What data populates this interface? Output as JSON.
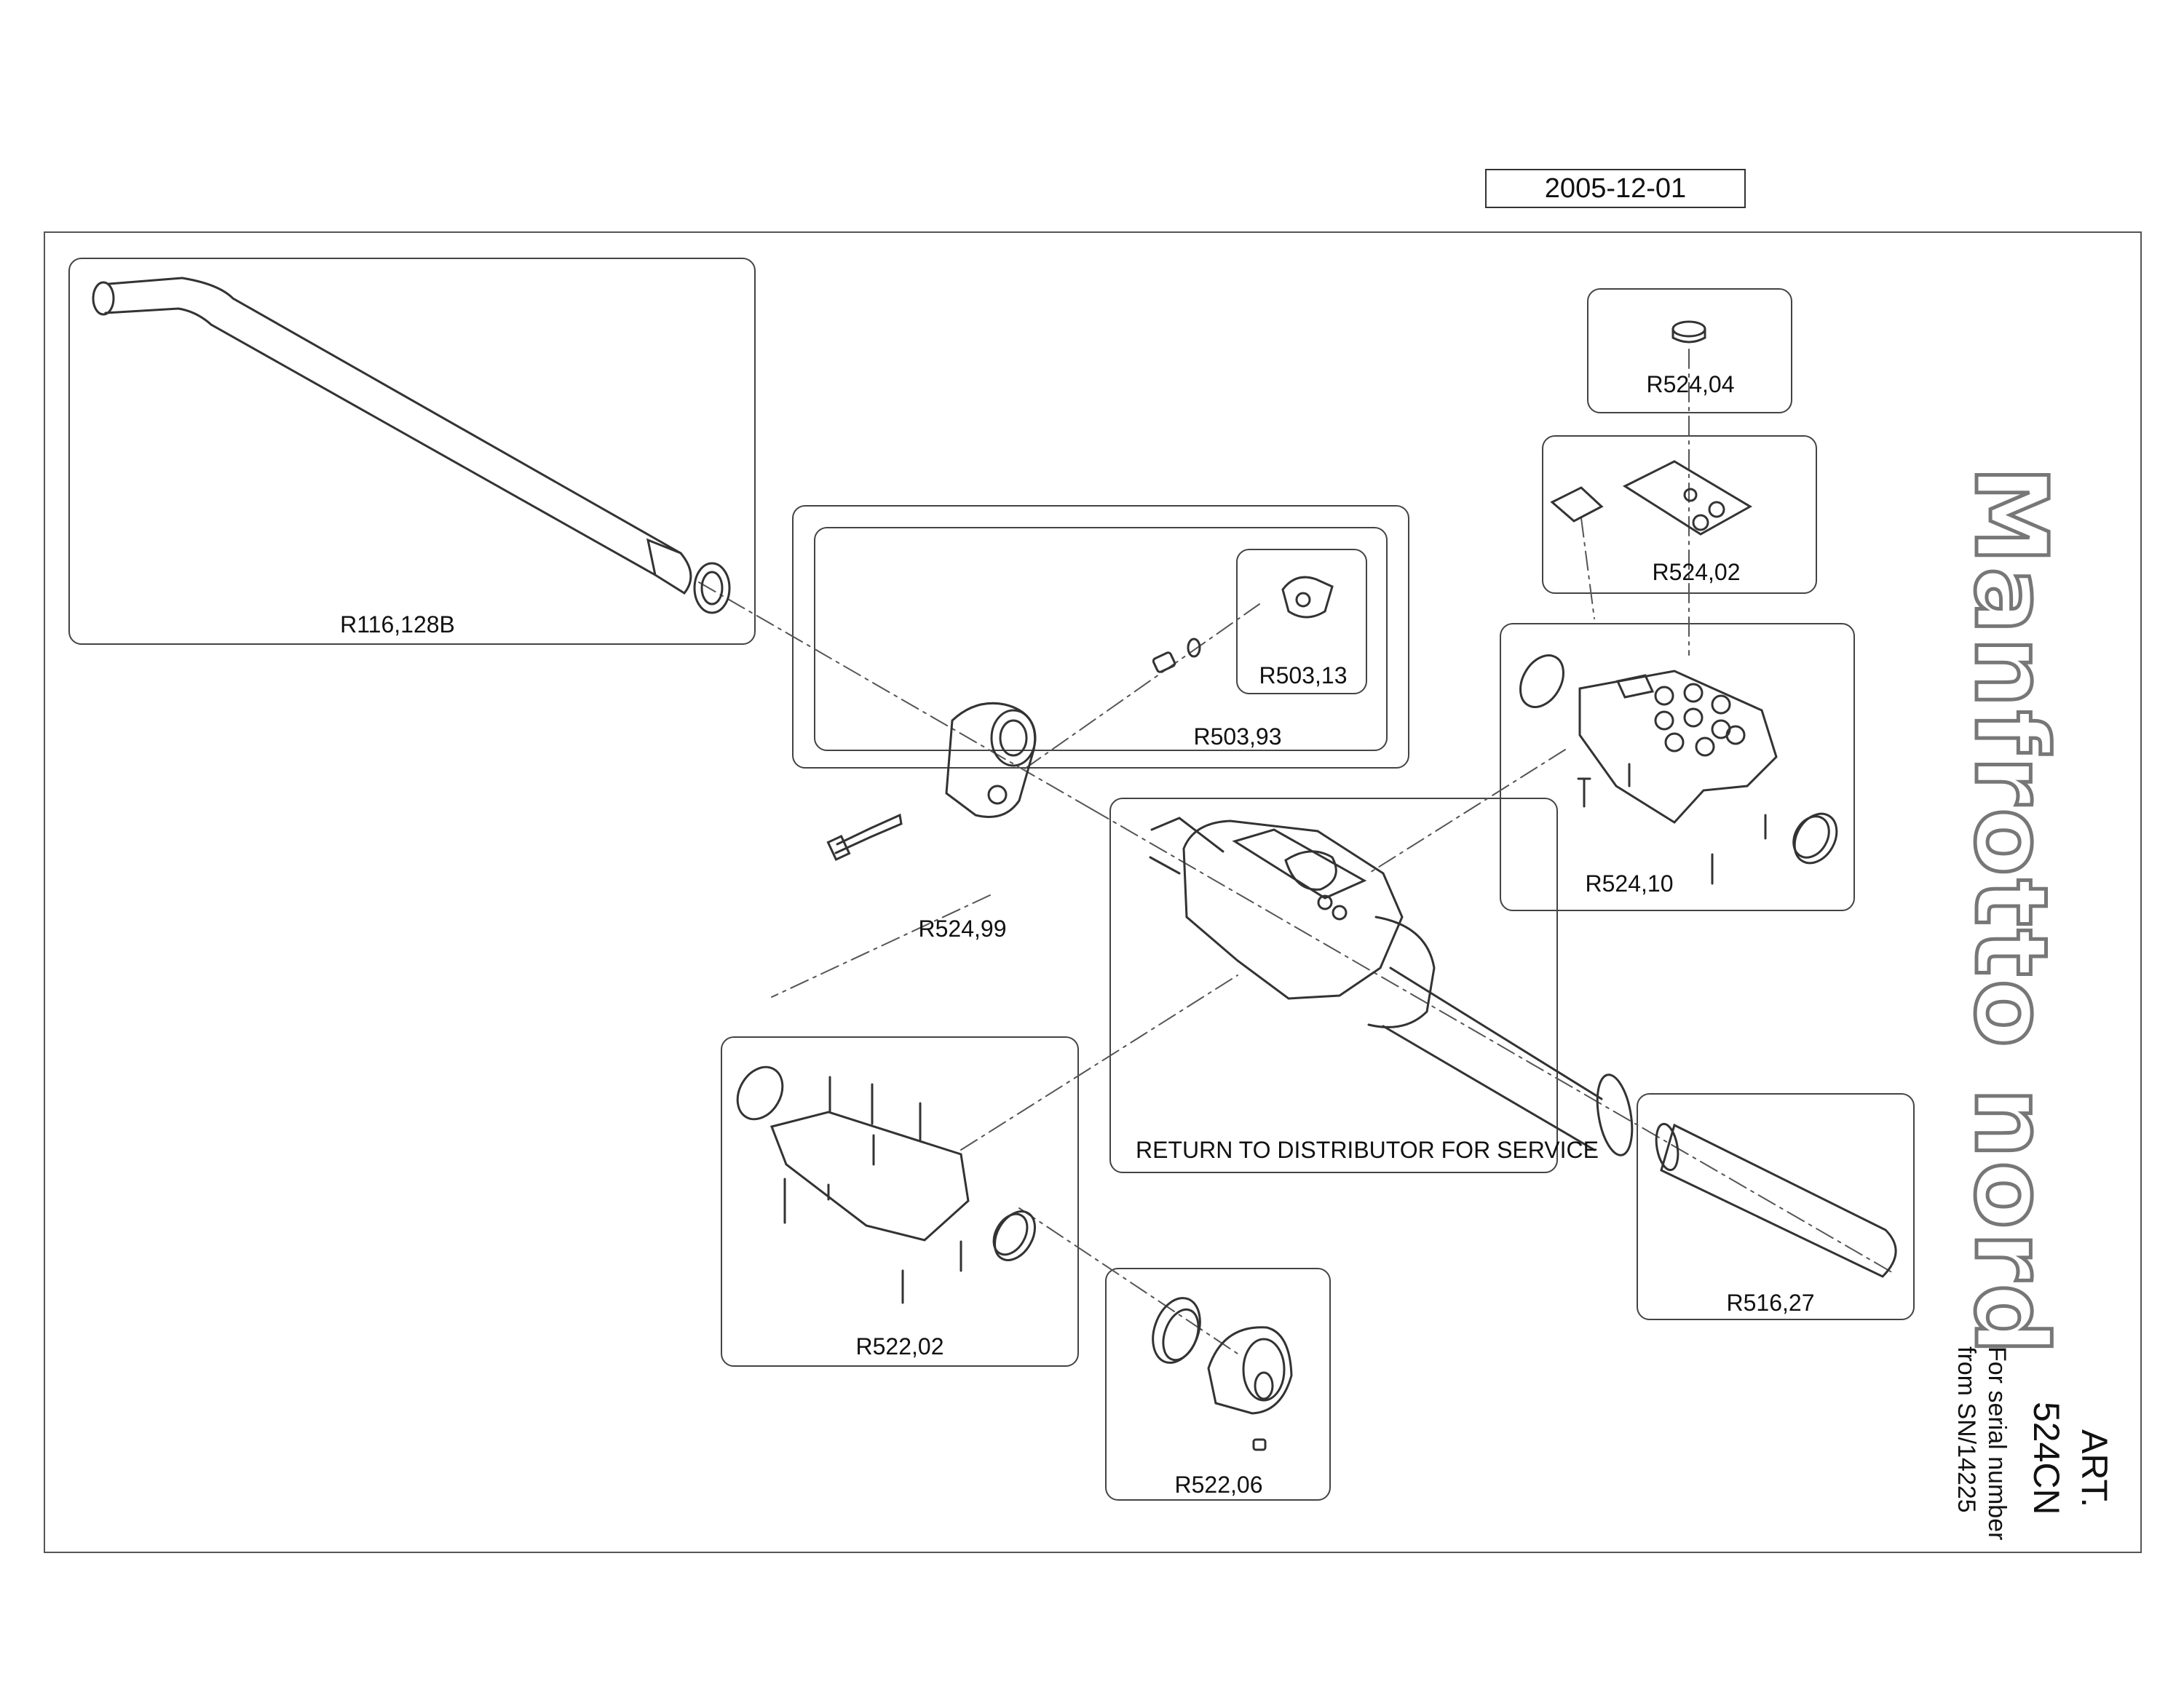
{
  "date": "2005-12-01",
  "brand": "Manfrotto nord",
  "art_label": "ART.",
  "art_number": "524CN",
  "serial_line1": "For serial number",
  "serial_line2": "from  SN/14225",
  "parts": {
    "r116": "R116,128B",
    "r524_99": "R524,99",
    "r503_93": "R503,93",
    "r503_13": "R503,13",
    "r524_04": "R524,04",
    "r524_02": "R524,02",
    "r524_10": "R524,10",
    "service": "RETURN TO DISTRIBUTOR FOR SERVICE",
    "r522_02": "R522,02",
    "r522_06": "R522,06",
    "r516_27": "R516,27"
  }
}
